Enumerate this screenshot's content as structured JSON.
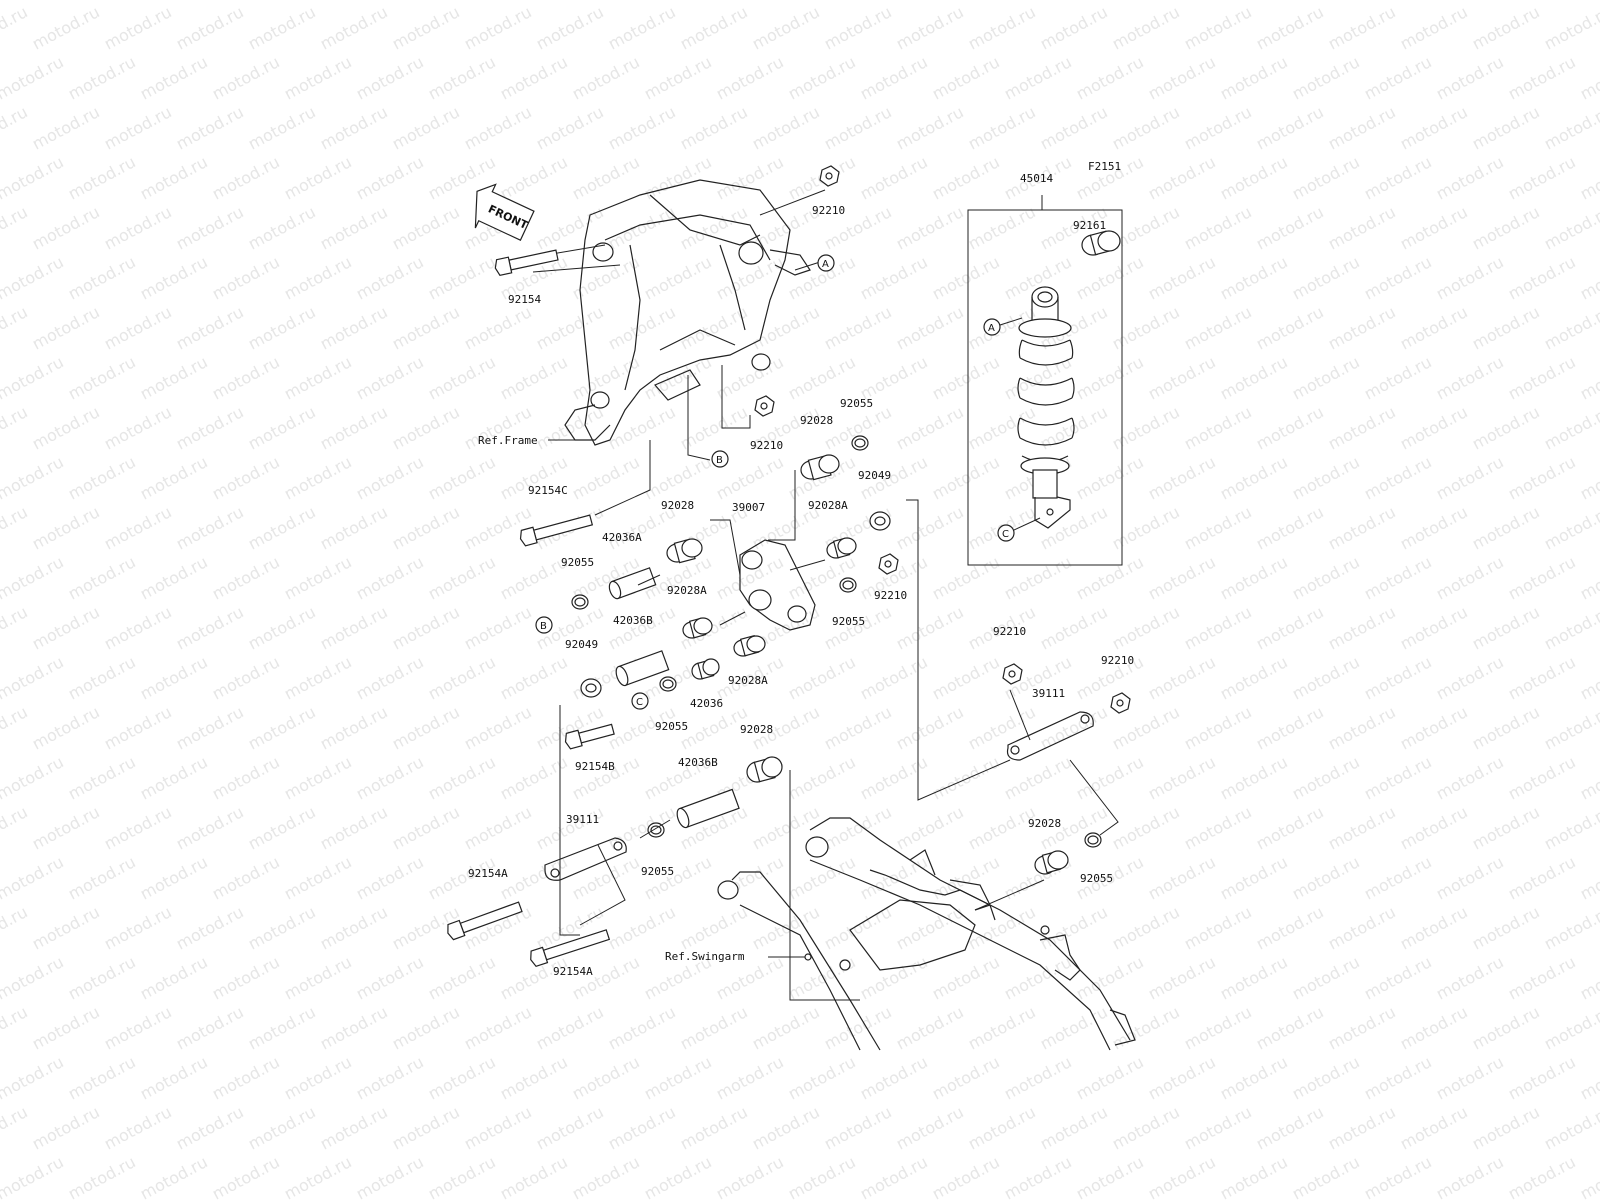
{
  "diagram_code": "F2151",
  "watermark_text": "motod.ru",
  "front_arrow_label": "FRONT",
  "references": {
    "frame": "Ref.Frame",
    "swingarm": "Ref.Swingarm"
  },
  "callouts": [
    "A",
    "B",
    "C"
  ],
  "parts": [
    {
      "id": "p01",
      "number": "92210"
    },
    {
      "id": "p02",
      "number": "92154"
    },
    {
      "id": "p03",
      "number": "92210"
    },
    {
      "id": "p04",
      "number": "92055"
    },
    {
      "id": "p05",
      "number": "92028"
    },
    {
      "id": "p06",
      "number": "92154C"
    },
    {
      "id": "p07",
      "number": "92028"
    },
    {
      "id": "p08",
      "number": "39007"
    },
    {
      "id": "p09",
      "number": "92049"
    },
    {
      "id": "p10",
      "number": "92028A"
    },
    {
      "id": "p11",
      "number": "42036A"
    },
    {
      "id": "p12",
      "number": "92055"
    },
    {
      "id": "p13",
      "number": "92028A"
    },
    {
      "id": "p14",
      "number": "92210"
    },
    {
      "id": "p15",
      "number": "42036B"
    },
    {
      "id": "p16",
      "number": "92055"
    },
    {
      "id": "p17",
      "number": "92049"
    },
    {
      "id": "p18",
      "number": "92028A"
    },
    {
      "id": "p19",
      "number": "42036"
    },
    {
      "id": "p20",
      "number": "92055"
    },
    {
      "id": "p21",
      "number": "92154B"
    },
    {
      "id": "p22",
      "number": "92028"
    },
    {
      "id": "p23",
      "number": "42036B"
    },
    {
      "id": "p24",
      "number": "39111"
    },
    {
      "id": "p25",
      "number": "92055"
    },
    {
      "id": "p26",
      "number": "92154A"
    },
    {
      "id": "p27",
      "number": "92154A"
    },
    {
      "id": "p28",
      "number": "45014"
    },
    {
      "id": "p29",
      "number": "92161"
    },
    {
      "id": "p30",
      "number": "92210"
    },
    {
      "id": "p31",
      "number": "92210"
    },
    {
      "id": "p32",
      "number": "39111"
    },
    {
      "id": "p33",
      "number": "92028"
    },
    {
      "id": "p34",
      "number": "92055"
    }
  ]
}
